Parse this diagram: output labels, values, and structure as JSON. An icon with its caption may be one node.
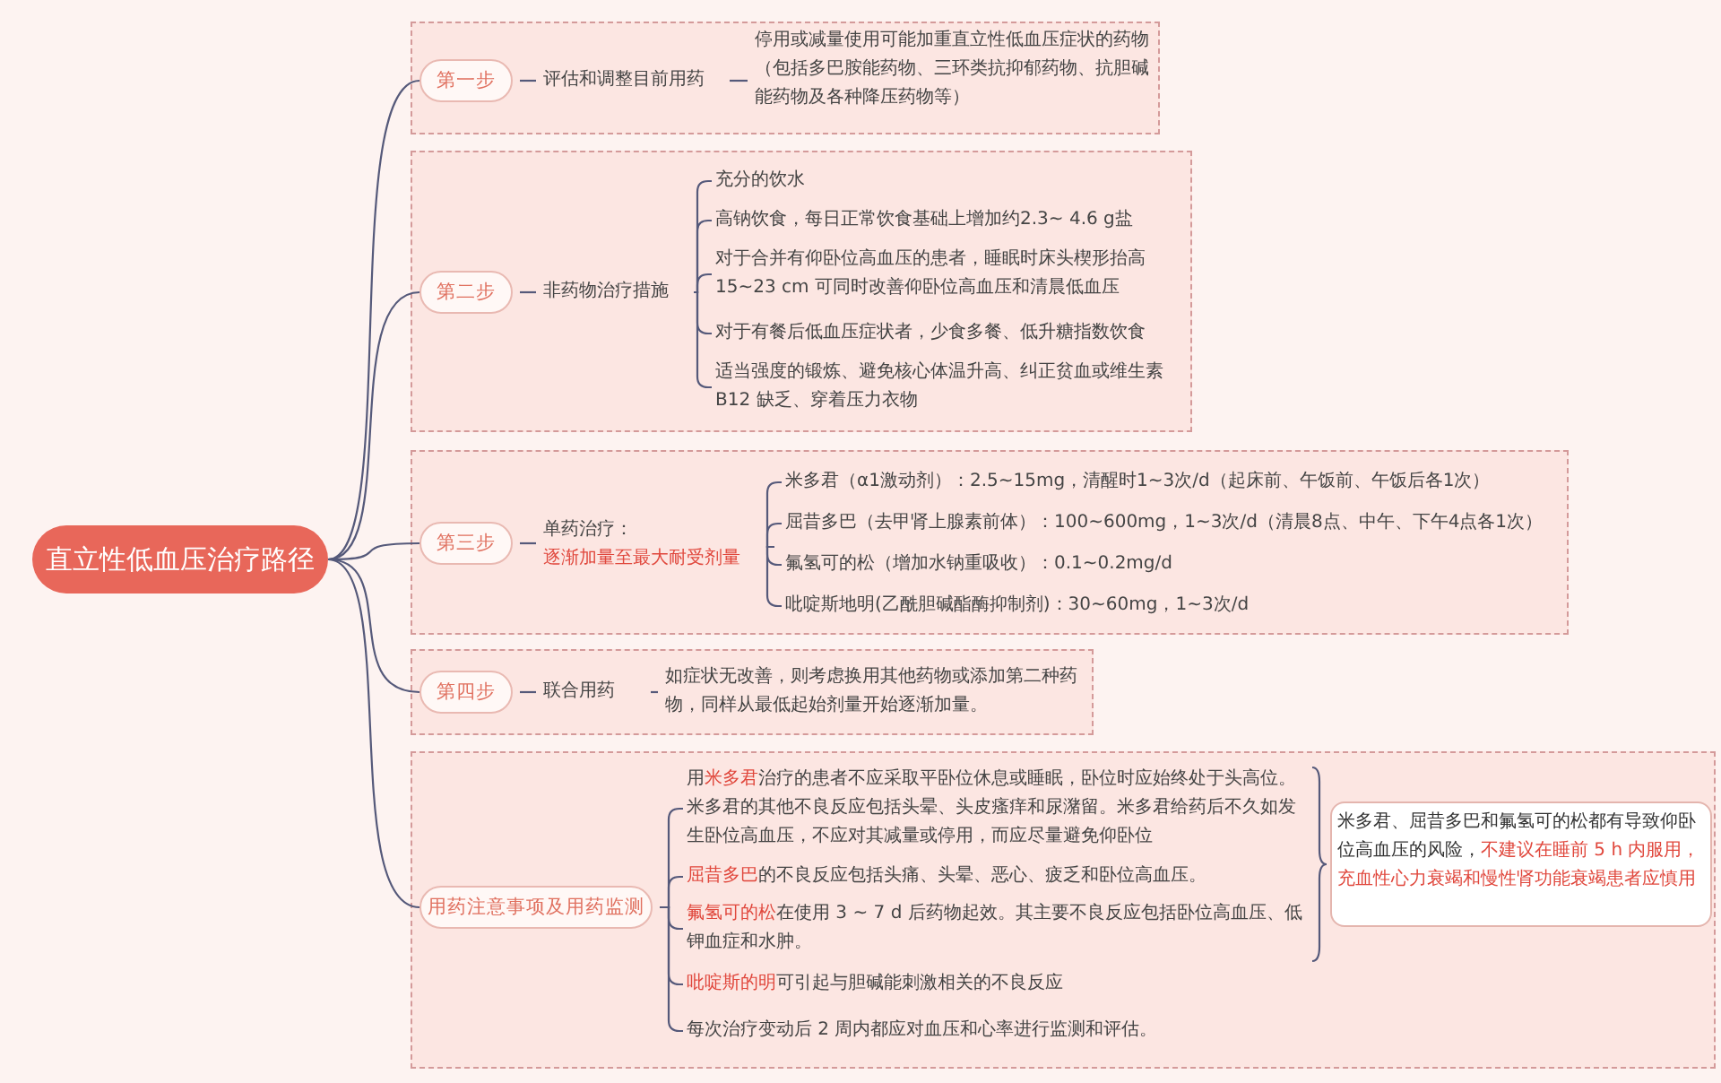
{
  "diagram": {
    "nodes": [
      {
        "text": [
          "直立性低血压治疗路径"
        ]
      },
      {
        "text": [],
        "shape": "box"
      },
      {
        "text": [
          "第一步"
        ],
        "in": 1
      },
      {
        "text": [
          "评估和调整目前用药"
        ],
        "in": 1
      },
      {
        "text": [
          "停用或减量使用可能加重直立性低血压症状的药物（包括多巴胺能药物、三环类抗抑郁药物、抗胆碱能药物及各种降压药物等）"
        ],
        "in": 1
      },
      {
        "text": [],
        "shape": "box"
      },
      {
        "text": [
          "第二步"
        ],
        "in": 5
      },
      {
        "text": [
          "非药物治疗措施"
        ],
        "in": 5
      },
      {
        "text": [
          "充分的饮水"
        ],
        "in": 5
      },
      {
        "text": [
          "高钠饮食，每日正常饮食基础上增加约2.3~ 4.6 g盐"
        ],
        "in": 5
      },
      {
        "text": [
          "对于合并有仰卧位高血压的患者，睡眠时床头楔形抬高 15~23 cm 可同时改善仰卧位高血压和清晨低血压"
        ],
        "in": 5
      },
      {
        "text": [
          "对于有餐后低血压症状者，少食多餐、低升糖指数饮食"
        ],
        "in": 5
      },
      {
        "text": [
          "适当强度的锻炼、避免核心体温升高、纠正贫血或维生素 B12 缺乏、穿着压力衣物"
        ],
        "in": 5
      },
      {
        "text": [],
        "shape": "box"
      },
      {
        "text": [
          "第三步"
        ],
        "in": 13
      },
      {
        "text": [
          "单药治疗：",
          "逐渐加量至最大耐受剂量"
        ],
        "in": 13
      },
      {
        "text": [
          "米多君（α1激动剂）：2.5~15mg，清醒时1~3次/d（起床前、午饭前、午饭后各1次）"
        ],
        "in": 13
      },
      {
        "text": [
          "屈昔多巴（去甲肾上腺素前体）：100~600mg，1~3次/d（清晨8点、中午、下午4点各1次）"
        ],
        "in": 13
      },
      {
        "text": [
          "氟氢可的松（增加水钠重吸收）：0.1~0.2mg/d"
        ],
        "in": 13
      },
      {
        "text": [
          "吡啶斯地明(乙酰胆碱酯酶抑制剂)：30~60mg，1~3次/d"
        ],
        "in": 13
      },
      {
        "text": [],
        "shape": "box"
      },
      {
        "text": [
          "第四步"
        ],
        "in": 20
      },
      {
        "text": [
          "联合用药"
        ],
        "in": 20
      },
      {
        "text": [
          "如症状无改善，则考虑换用其他药物或添加第二种药物，同样从最低起始剂量开始逐渐加量。"
        ],
        "in": 20
      },
      {
        "text": [],
        "shape": "box"
      },
      {
        "text": [
          "用药注意事项及用药监测"
        ],
        "in": 24
      },
      {
        "text": [
          "用**米多君**治疗的患者不应采取平卧位休息或睡眠，卧位时应始终处于头高位。米多君的其他不良反应包括头晕、头皮瘙痒和尿潴留。米多君给药后不久如发生卧位高血压，不应对其减量或停用，而应尽量避免仰卧位"
        ],
        "in": 24
      },
      {
        "text": [
          "**屈昔多巴**的不良反应包括头痛、头晕、恶心、疲乏和卧位高血压。"
        ],
        "in": 24
      },
      {
        "text": [
          "**氟氢可的松**在使用 3 ~ 7 d 后药物起效。其主要不良反应包括卧位高血压、低钾血症和水肿。"
        ],
        "in": 24
      },
      {
        "text": [
          "**吡啶斯的明**可引起与胆碱能刺激相关的不良反应"
        ],
        "in": 24
      },
      {
        "text": [
          "每次治疗变动后 2 周内都应对血压和心率进行监测和评估。"
        ],
        "in": 24
      },
      {
        "text": [
          "米多君、屈昔多巴和氟氢可的松都有导致仰卧位高血压的风险，**不建议在睡前 5 h 内服用，充血性心力衰竭和慢性肾功能衰竭患者应慎用**"
        ],
        "in": 24
      }
    ],
    "edges": [
      {
        "from": 0,
        "to": 2,
        "arrow": "none"
      },
      {
        "from": 0,
        "to": 6,
        "arrow": "none"
      },
      {
        "from": 0,
        "to": 14,
        "arrow": "none"
      },
      {
        "from": 0,
        "to": 21,
        "arrow": "none"
      },
      {
        "from": 0,
        "to": 25,
        "arrow": "none"
      },
      {
        "from": 2,
        "to": 3,
        "arrow": "none"
      },
      {
        "from": 3,
        "to": 4,
        "arrow": "none"
      },
      {
        "from": 6,
        "to": 7,
        "arrow": "none"
      },
      {
        "from": 7,
        "to": 8,
        "arrow": "none"
      },
      {
        "from": 7,
        "to": 9,
        "arrow": "none"
      },
      {
        "from": 7,
        "to": 10,
        "arrow": "none"
      },
      {
        "from": 7,
        "to": 11,
        "arrow": "none"
      },
      {
        "from": 7,
        "to": 12,
        "arrow": "none"
      },
      {
        "from": 14,
        "to": 15,
        "arrow": "none"
      },
      {
        "from": 15,
        "to": 16,
        "arrow": "none"
      },
      {
        "from": 15,
        "to": 17,
        "arrow": "none"
      },
      {
        "from": 15,
        "to": 18,
        "arrow": "none"
      },
      {
        "from": 15,
        "to": 19,
        "arrow": "none"
      },
      {
        "from": 21,
        "to": 22,
        "arrow": "none"
      },
      {
        "from": 22,
        "to": 23,
        "arrow": "none"
      },
      {
        "from": 25,
        "to": 26,
        "arrow": "none"
      },
      {
        "from": 25,
        "to": 27,
        "arrow": "none"
      },
      {
        "from": 25,
        "to": 28,
        "arrow": "none"
      },
      {
        "from": 25,
        "to": 29,
        "arrow": "none"
      },
      {
        "from": 25,
        "to": 30,
        "arrow": "none"
      }
    ]
  }
}
